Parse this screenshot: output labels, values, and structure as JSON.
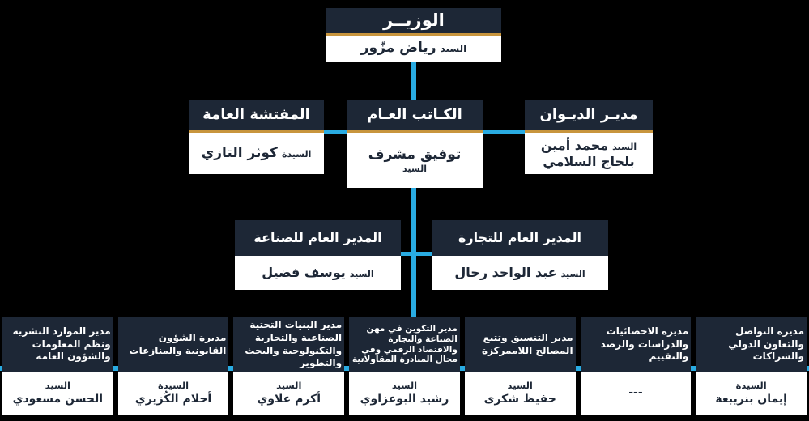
{
  "colors": {
    "background": "#000000",
    "header_navy": "#1d2736",
    "gold_accent": "#c8953d",
    "connector_cyan": "#29abe2",
    "body_white": "#ffffff"
  },
  "minister": {
    "title": "الوزيــر",
    "prefix": "السيد",
    "name": "رياض مزّور"
  },
  "level2": {
    "inspector": {
      "title": "المفتشة العامة",
      "prefix": "السيدة",
      "name": "كوثر التازي"
    },
    "secretary": {
      "title": "الكـاتب العـام",
      "name": "توفيق مشرف",
      "prefix": "السيد"
    },
    "cabinet": {
      "title": "مديـر الديـوان",
      "prefix": "السيد",
      "name1": "محمد أمين",
      "name2": "بلحاج السلامي"
    }
  },
  "level3": {
    "industry": {
      "title": "المدير العام للصناعة",
      "prefix": "السيد",
      "name": "يوسف فضيل"
    },
    "trade": {
      "title": "المدير العام للتجارة",
      "prefix": "السيد",
      "name": "عبد الواحد رحال"
    }
  },
  "directors": [
    {
      "title": "مديرة التواصل والتعاون الدولي والشراكات",
      "prefix": "السيدة",
      "name": "إيمان بنريبعة"
    },
    {
      "title": "مديرة الاحصائيات والدراسات والرصد والتقييم",
      "prefix": "",
      "name": "---"
    },
    {
      "title": "مدير التنسيق وتتبع المصالح اللاممركزة",
      "prefix": "السيد",
      "name": "حفيظ شكرى"
    },
    {
      "title": "مدير التكوين في مهن الصناعة والتجارة والاقتصاد الرقمي وفي مجال المبادرة المقاولاتية",
      "prefix": "السيد",
      "name": "رشيد البوعزاوي"
    },
    {
      "title": "مدير البنيات التحتية الصناعية والتجارية والتكنولوجية والبحث والتطوير",
      "prefix": "السيد",
      "name": "أكرم علاوي"
    },
    {
      "title": "مديرة الشؤون القانونية والمنازعات",
      "prefix": "السيدة",
      "name": "أحلام الكُزيري"
    },
    {
      "title": "مدير الموارد البشرية ونظم المعلومات والشؤون العامة",
      "prefix": "السيد",
      "name": "الحسن مسعودي"
    }
  ]
}
